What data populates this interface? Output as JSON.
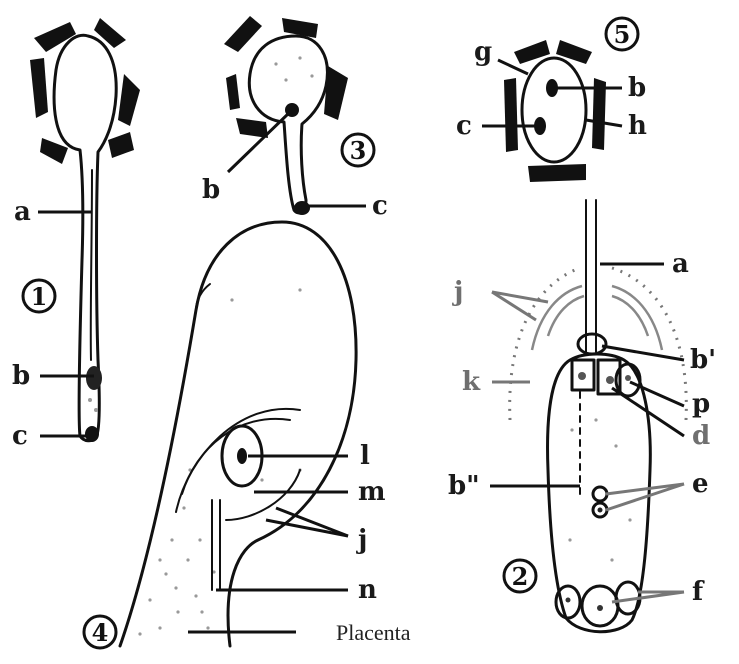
{
  "figures": [
    {
      "id": "fig1",
      "number": "1"
    },
    {
      "id": "fig2",
      "number": "2"
    },
    {
      "id": "fig3",
      "number": "3"
    },
    {
      "id": "fig4",
      "number": "4"
    },
    {
      "id": "fig5",
      "number": "5"
    }
  ],
  "labels": {
    "fig1": {
      "a": "a",
      "b": "b",
      "c": "c"
    },
    "fig3": {
      "b": "b",
      "c": "c"
    },
    "fig5": {
      "g": "g",
      "b": "b",
      "c": "c",
      "h": "h"
    },
    "fig4": {
      "l": "l",
      "m": "m",
      "j": "j",
      "n": "n"
    },
    "fig2": {
      "a": "a",
      "j": "j",
      "k": "k",
      "b_prime": "b'",
      "p": "p",
      "d": "d",
      "b_double_prime": "b\"",
      "e": "e",
      "f": "f"
    }
  },
  "placenta_label": "Placenta"
}
